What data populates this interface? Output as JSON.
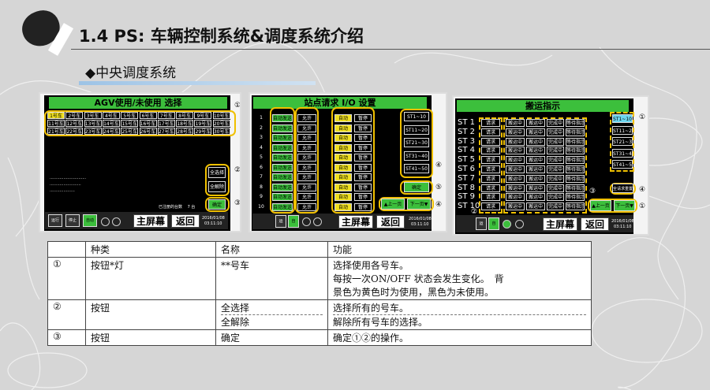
{
  "header": {
    "title": "1.4 PS: 车辆控制系统&调度系统介绍",
    "subtitle": "◆中央调度系统"
  },
  "panel1": {
    "title": "AGV使用/未使用 选择",
    "cars": [
      "1号车",
      "2号车",
      "3号车",
      "4号车",
      "5号车",
      "6号车",
      "7号车",
      "8号车",
      "9号车",
      "10号车",
      "11号车",
      "12号车",
      "13号车",
      "14号车",
      "15号车",
      "16号车",
      "17号车",
      "18号车",
      "19号车",
      "20号车",
      "21号车",
      "22号车",
      "23号车",
      "24号车",
      "25号车",
      "26号车",
      "27号车",
      "28号车",
      "29号车",
      "30号车"
    ],
    "select_all": "全选择",
    "deselect_all": "全解除",
    "confirm": "确定",
    "main_screen": "主屏幕",
    "back": "返回",
    "callouts": [
      "①",
      "②",
      "③"
    ],
    "bottom_btns": [
      "运行",
      "停止",
      "自动\n运行"
    ],
    "date": "2016/01/08",
    "time": "03:11:10"
  },
  "panel2": {
    "title": "站点请求 I/O 设置",
    "rows": [
      "1",
      "2",
      "3",
      "4",
      "5",
      "6",
      "7",
      "8",
      "9",
      "10"
    ],
    "col1": "自动发送",
    "col2": "允许",
    "col3": "自动",
    "col4": "暂停",
    "st_btns": [
      "ST1~10",
      "ST11~20",
      "ST21~30",
      "ST31~40",
      "ST41~50"
    ],
    "confirm": "确定",
    "prev": "▲上一页",
    "next": "下一页▼",
    "main_screen": "主屏幕",
    "back": "返回",
    "callouts": [
      "④",
      "⑤",
      "④"
    ],
    "date": "2016/01/08",
    "time": "03:11:10"
  },
  "panel3": {
    "title": "搬运指示",
    "stations": [
      "ST 1",
      "ST 2",
      "ST 3",
      "ST 4",
      "ST 5",
      "ST 6",
      "ST 7",
      "ST 8",
      "ST 9",
      "ST 10"
    ],
    "c_a": "请求",
    "c_b": "搬运中",
    "c_c": "搬运中",
    "c_d": "完成中",
    "c_e": "等待指示中",
    "st_btns": [
      "ST1~10",
      "ST11~20",
      "ST21~30",
      "ST31~40",
      "ST41~50"
    ],
    "reset": "全请求重置",
    "prev": "▲上一页",
    "next": "下一页▼",
    "main_screen": "主屏幕",
    "back": "返回",
    "callouts": [
      "①",
      "④",
      "①",
      "②",
      "③"
    ],
    "date": "2016/01/08",
    "time": "03:11:10"
  },
  "table": {
    "headers": [
      "",
      "种类",
      "名称",
      "功能"
    ],
    "rows": [
      {
        "no": "①",
        "type": "按钮*灯",
        "name": "**号车",
        "func": [
          "选择使用各号车。",
          "每按一次ON/OFF 状态会发生变化。　背",
          "景色为黄色时为使用，黑色为未使用。"
        ]
      },
      {
        "no": "②",
        "type": "按钮",
        "name": [
          "全选择",
          "全解除"
        ],
        "func": [
          "选择所有的号车。",
          "解除所有号车的选择。"
        ]
      },
      {
        "no": "③",
        "type": "按钮",
        "name": "确定",
        "func": [
          "确定①②的操作。"
        ]
      }
    ]
  }
}
